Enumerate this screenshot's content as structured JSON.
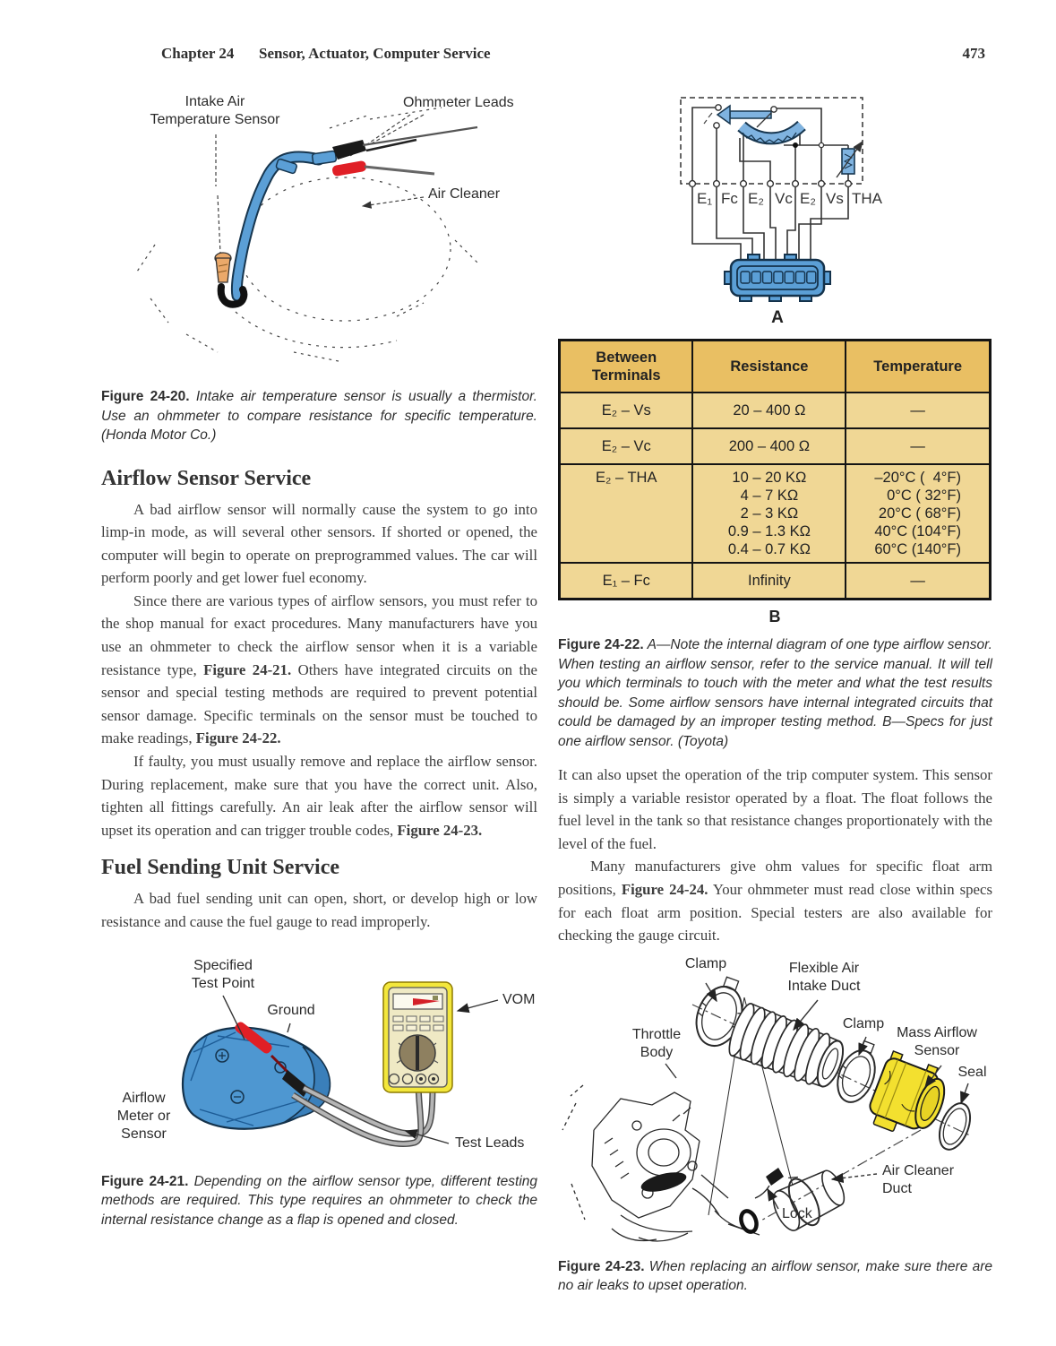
{
  "header": {
    "chapter": "Chapter 24",
    "title": "Sensor, Actuator, Computer Service",
    "page_number": "473"
  },
  "fig20": {
    "label_intake": "Intake Air\nTemperature Sensor",
    "label_ohmmeter": "Ohmmeter Leads",
    "label_air_cleaner": "Air Cleaner",
    "caption_lead": "Figure 24-20.",
    "caption_body": " Intake air temperature sensor is usually a thermistor. Use an ohmmeter to compare resistance for specific temperature. (Honda Motor Co.)"
  },
  "airflow_section": {
    "heading": "Airflow Sensor Service",
    "p1": "A bad airflow sensor will normally cause the system to go into limp-in mode, as will several other sensors. If shorted or opened, the computer will begin to operate on preprogrammed values. The car will perform poorly and get lower fuel economy.",
    "p2": [
      {
        "t": "Since there are various types of airflow sensors, you must refer to the shop manual for exact procedures. Many manufacturers have you use an ohmmeter to check the airflow sensor when it is a variable resistance type, "
      },
      {
        "t": "Figure 24-21.",
        "b": true
      },
      {
        "t": " Others have integrated circuits on the sensor and special testing methods are required to prevent potential sensor damage. Specific terminals on the sensor must be touched to make readings, "
      },
      {
        "t": "Figure 24-22.",
        "b": true
      }
    ],
    "p3": [
      {
        "t": "If faulty, you must usually remove and replace the airflow sensor. During replacement, make sure that you have the correct unit. Also, tighten all fittings carefully. An air leak after the airflow sensor will upset its operation and can trigger trouble codes, "
      },
      {
        "t": "Figure 24-23.",
        "b": true
      }
    ]
  },
  "fuel_section": {
    "heading": "Fuel Sending Unit Service",
    "p1": "A bad fuel sending unit can open, short, or develop high or low resistance and cause the fuel gauge to read improperly."
  },
  "fig21": {
    "label_specified": "Specified\nTest Point",
    "label_ground": "Ground",
    "label_vom": "VOM",
    "label_airflow": "Airflow\nMeter or\nSensor",
    "label_test_leads": "Test Leads",
    "caption_lead": "Figure 24-21.",
    "caption_body": " Depending on the airflow sensor type, different testing methods are required. This type requires an ohmmeter to check the internal resistance change as a flap is opened and closed."
  },
  "fig22": {
    "terminals": [
      "E₁",
      "Fc",
      "E₂",
      "Vc",
      "E₂",
      "Vs",
      "THA"
    ],
    "sublabel_a": "A",
    "sublabel_b": "B",
    "table": {
      "col_terminals": "Between\nTerminals",
      "col_resistance": "Resistance",
      "col_temperature": "Temperature",
      "rows": [
        {
          "between": "E₂ – Vs",
          "resistance": "20 – 400 Ω",
          "temperature": "—"
        },
        {
          "between": "E₂ – Vc",
          "resistance": "200 – 400 Ω",
          "temperature": "—"
        },
        {
          "between": "E₂ – THA",
          "resistance": "10 – 20 KΩ\n4 – 7 KΩ\n2 – 3 KΩ\n0.9 – 1.3 KΩ\n0.4 – 0.7 KΩ",
          "temperature": "–20°C (  4°F)\n0°C ( 32°F)\n20°C ( 68°F)\n40°C (104°F)\n60°C (140°F)"
        },
        {
          "between": "E₁ – Fc",
          "resistance": "Infinity",
          "temperature": "—"
        }
      ]
    },
    "caption_lead": "Figure 24-22.",
    "caption_body": " A—Note the internal diagram of one type airflow sensor. When testing an airflow sensor, refer to the service manual. It will tell you which terminals to touch with the meter and what the test results should be. Some airflow sensors have internal integrated circuits that could be damaged by an improper testing method. B—Specs for just one airflow sensor. (Toyota)"
  },
  "right_text": {
    "p1": "It can also upset the operation of the trip computer system. This sensor is simply a variable resistor operated by a float. The float follows the fuel level in the tank so that resistance changes proportionately with the level of the fuel.",
    "p2": [
      {
        "t": "Many manufacturers give ohm values for specific float arm positions, "
      },
      {
        "t": "Figure 24-24.",
        "b": true
      },
      {
        "t": " Your ohmmeter must read close within specs for each float arm position. Special testers are also available for checking the gauge circuit."
      }
    ]
  },
  "fig23": {
    "label_clamp1": "Clamp",
    "label_flex": "Flexible Air\nIntake Duct",
    "label_clamp2": "Clamp",
    "label_maf": "Mass Airflow\nSensor",
    "label_seal": "Seal",
    "label_throttle": "Throttle\nBody",
    "label_acd": "Air Cleaner\nDuct",
    "label_lock": "Lock",
    "caption_lead": "Figure 24-23.",
    "caption_body": " When replacing an airflow sensor, make sure there are no air leaks to upset operation."
  },
  "colors": {
    "table_header_bg": "#e9bf63",
    "table_row_bg": "#f0d795",
    "diagram_blue": "#5b9fd6",
    "diagram_light_blue": "#7fb3e0",
    "sensor_orange": "#eba96a",
    "probe_red": "#e01f26",
    "vom_yellow": "#f3e73c",
    "maf_yellow": "#f3e02f"
  }
}
